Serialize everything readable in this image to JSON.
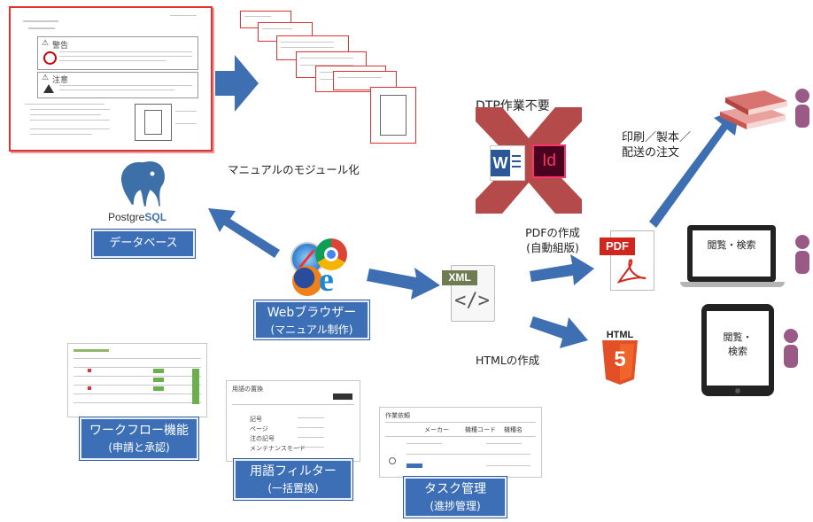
{
  "labels": {
    "modularize": "マニュアルのモジュール化",
    "dtp_not_needed": "DTP作業不要",
    "print_order_line1": "印刷／製本／",
    "print_order_line2": "配送の注文",
    "pdf_create_line1": "PDFの作成",
    "pdf_create_line2": "(自動組版)",
    "html_create": "HTMLの作成",
    "browse_search_laptop": "閲覧・検索",
    "browse_search_tablet_line1": "閲覧・",
    "browse_search_tablet_line2": "検索"
  },
  "boxes": {
    "database": "データベース",
    "web_browser_line1": "Webブラウザー",
    "web_browser_line2": "(マニュアル制作)",
    "workflow_line1": "ワークフロー機能",
    "workflow_line2": "(申請と承認)",
    "term_filter_line1": "用語フィルター",
    "term_filter_line2": "(一括置換)",
    "task_line1": "タスク管理",
    "task_line2": "(進捗管理)"
  },
  "logos": {
    "postgresql_text_1": "Postgre",
    "postgresql_text_2": "SQL",
    "xml": "XML",
    "xml_tag": "</>",
    "pdf": "PDF",
    "html": "HTML",
    "html_version": "5",
    "word_letter": "W",
    "indesign_letters": "Id"
  },
  "doc_preview": {
    "warning": "警告",
    "caution": "注意"
  },
  "term_filter_shot": {
    "title": "用語の置換",
    "rows": [
      "記号",
      "ページ",
      "注の記号",
      "メンテナンスモード"
    ]
  },
  "task_shot": {
    "title": "作業依頼",
    "headers": [
      "メーカー",
      "機種コード",
      "機種名"
    ]
  },
  "colors": {
    "arrow_blue": "#3f6fb3",
    "box_blue": "#3d6fb6",
    "cross_red": "#b44a4a",
    "doc_red": "#d33333",
    "book_red": "#d9736f",
    "person_purple": "#9a5a86"
  }
}
